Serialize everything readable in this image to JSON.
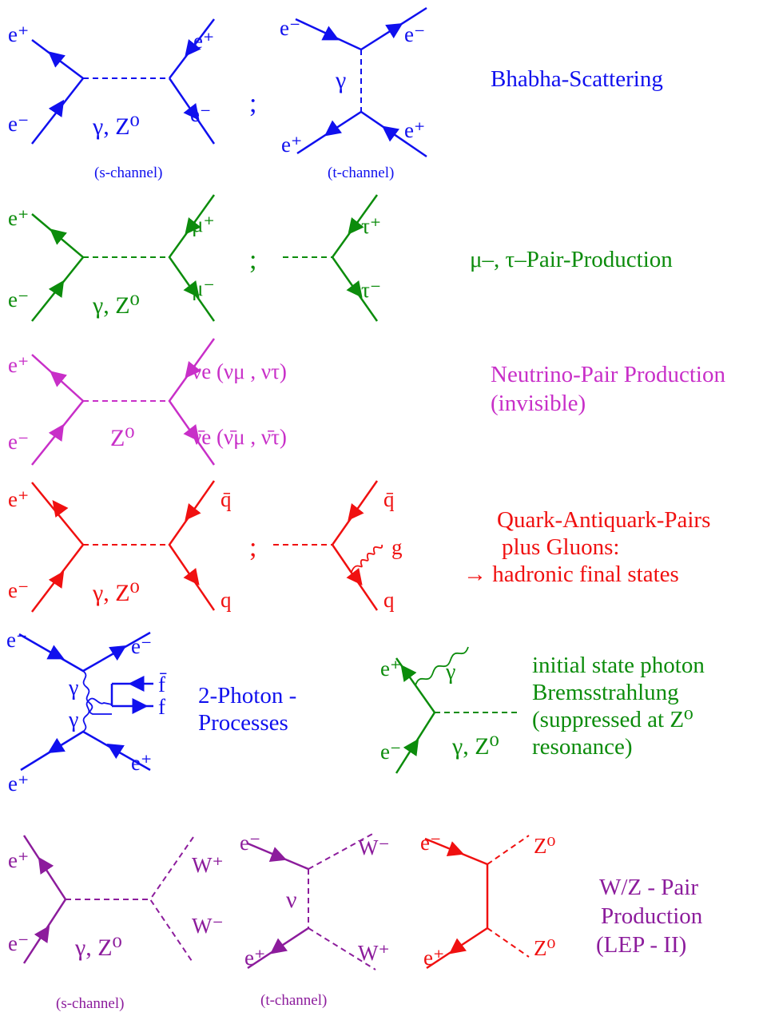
{
  "colors": {
    "blue": "#1010ee",
    "green": "#0c8c0c",
    "magenta": "#c82fc8",
    "red": "#f01010",
    "purple": "#8c1c9c"
  },
  "bhabha": {
    "s_labels": [
      "e⁺",
      "e⁻",
      "e⁺",
      "e⁻"
    ],
    "s_mediator": "γ, Z⁰",
    "separator": ";",
    "t_labels": [
      "e⁻",
      "e⁻",
      "e⁺",
      "e⁺"
    ],
    "t_mediator": "γ",
    "s_caption": "(s-channel)",
    "t_caption": "(t-channel)",
    "title": "Bhabha-Scattering"
  },
  "muon_tau": {
    "labels": [
      "e⁺",
      "e⁻",
      "μ⁺",
      "μ⁻"
    ],
    "mediator": "γ, Z⁰",
    "separator": ";",
    "tau_labels": [
      "τ⁺",
      "τ⁻"
    ],
    "title": "μ–, τ–Pair-Production"
  },
  "neutrino": {
    "labels": [
      "e⁺",
      "e⁻",
      "νe (νμ , ντ)",
      "ν̄e (ν̄μ , ν̄τ)"
    ],
    "mediator": "Z⁰",
    "title_lines": [
      "Neutrino-Pair Production",
      "(invisible)"
    ]
  },
  "quark": {
    "labels": [
      "e⁺",
      "e⁻",
      "q̄",
      "q"
    ],
    "mediator": "γ, Z⁰",
    "separator": ";",
    "gluon_labels": [
      "q̄",
      "g",
      "q"
    ],
    "title_lines": [
      "Quark-Antiquark-Pairs",
      "plus Gluons:",
      "→ hadronic final states"
    ]
  },
  "two_photon": {
    "labels": [
      "e⁻",
      "e⁻",
      "e⁺",
      "e⁺",
      "γ",
      "γ",
      "f̄",
      "f"
    ],
    "title_lines": [
      "2-Photon -",
      "Processes"
    ]
  },
  "isr": {
    "labels": [
      "e⁺",
      "γ",
      "e⁻"
    ],
    "mediator": "γ, Z⁰",
    "title_lines": [
      "initial state photon",
      "Bremsstrahlung",
      "(suppressed at Z⁰",
      "resonance)"
    ]
  },
  "wz": {
    "s_labels": [
      "e⁺",
      "e⁻",
      "W⁺",
      "W⁻"
    ],
    "s_mediator": "γ, Z⁰",
    "t_labels": [
      "e⁻",
      "W⁻",
      "e⁺",
      "W⁺"
    ],
    "t_mediator": "ν",
    "z_labels": [
      "e⁻",
      "Z⁰",
      "e⁺",
      "Z⁰"
    ],
    "s_caption": "(s-channel)",
    "t_caption": "(t-channel)",
    "title_lines": [
      "W/Z - Pair",
      "Production",
      "(LEP - II)"
    ]
  }
}
